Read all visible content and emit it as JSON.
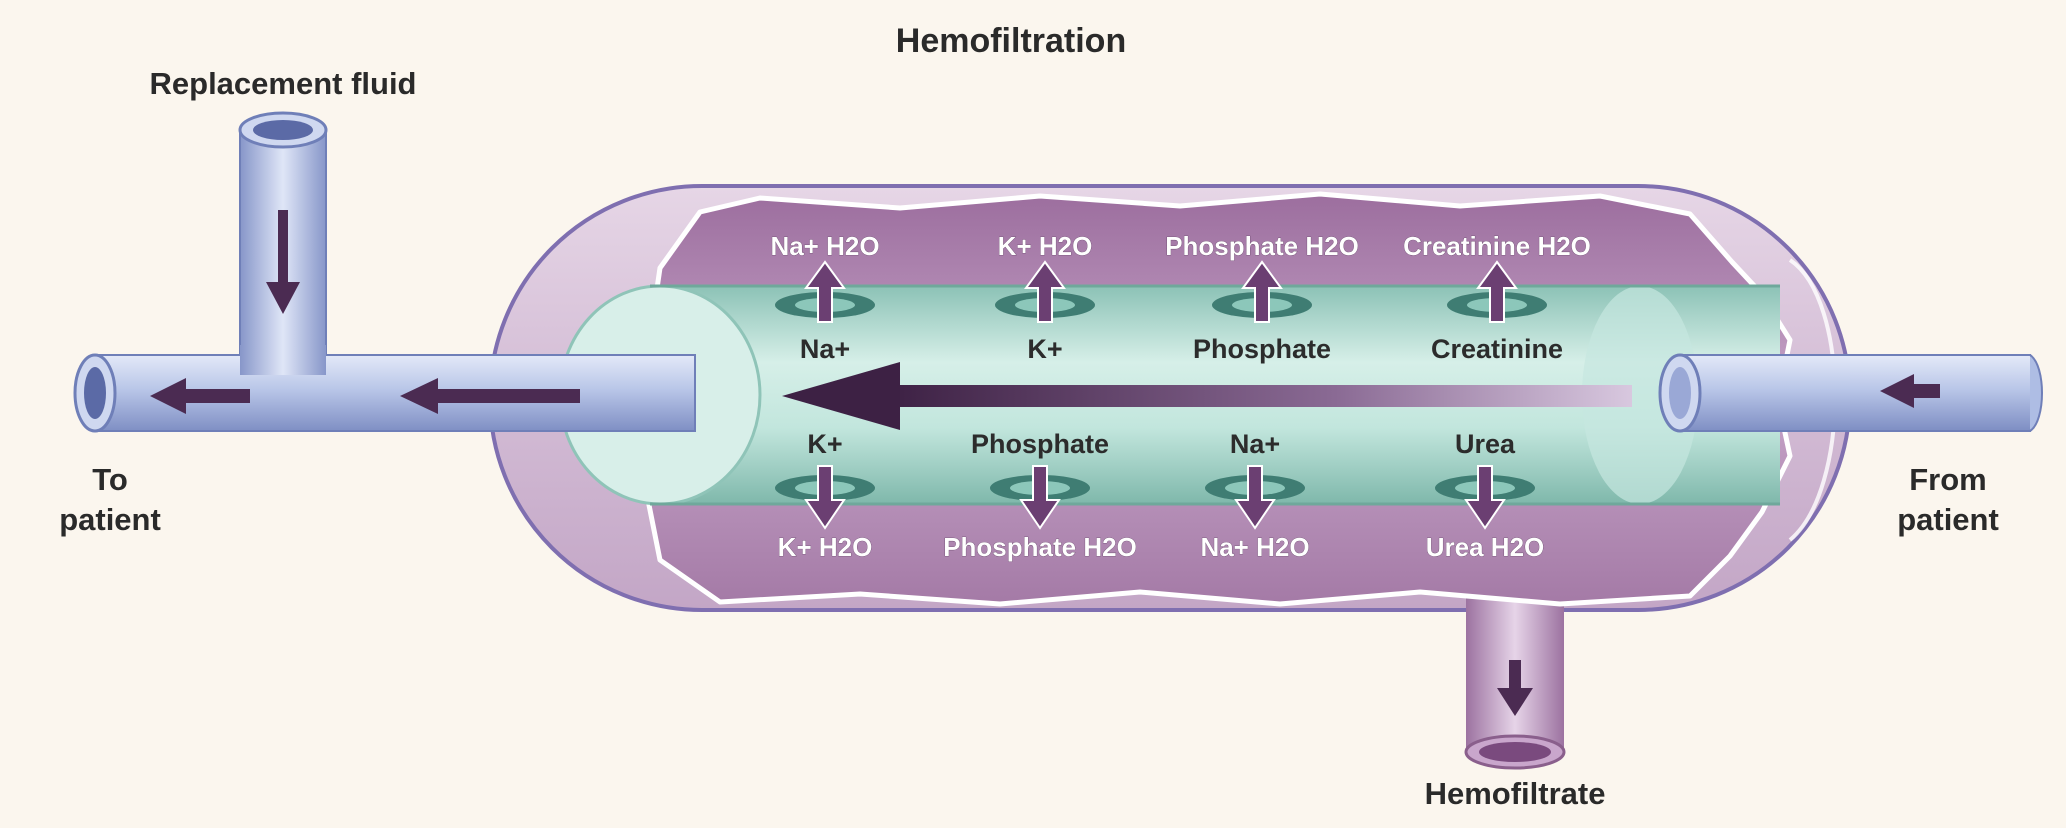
{
  "title": "Hemofiltration",
  "labels": {
    "replacement_fluid": "Replacement fluid",
    "to_patient_line1": "To",
    "to_patient_line2": "patient",
    "from_patient_line1": "From",
    "from_patient_line2": "patient",
    "hemofiltrate": "Hemofiltrate"
  },
  "top_exchanges": [
    {
      "inner": "Na+",
      "outer": "Na+ H2O"
    },
    {
      "inner": "K+",
      "outer": "K+ H2O"
    },
    {
      "inner": "Phosphate",
      "outer": "Phosphate H2O"
    },
    {
      "inner": "Creatinine",
      "outer": "Creatinine H2O"
    }
  ],
  "bottom_exchanges": [
    {
      "inner": "K+",
      "outer": "K+ H2O"
    },
    {
      "inner": "Phosphate",
      "outer": "Phosphate H2O"
    },
    {
      "inner": "Na+",
      "outer": "Na+ H2O"
    },
    {
      "inner": "Urea",
      "outer": "Urea H2O"
    }
  ],
  "colors": {
    "background": "#fbf6ee",
    "housing": "#b893b8",
    "housing_dark": "#8a5f8c",
    "fiber": "#a9d7cc",
    "tube": "#b7c5e6",
    "arrow": "#4b2b52"
  }
}
